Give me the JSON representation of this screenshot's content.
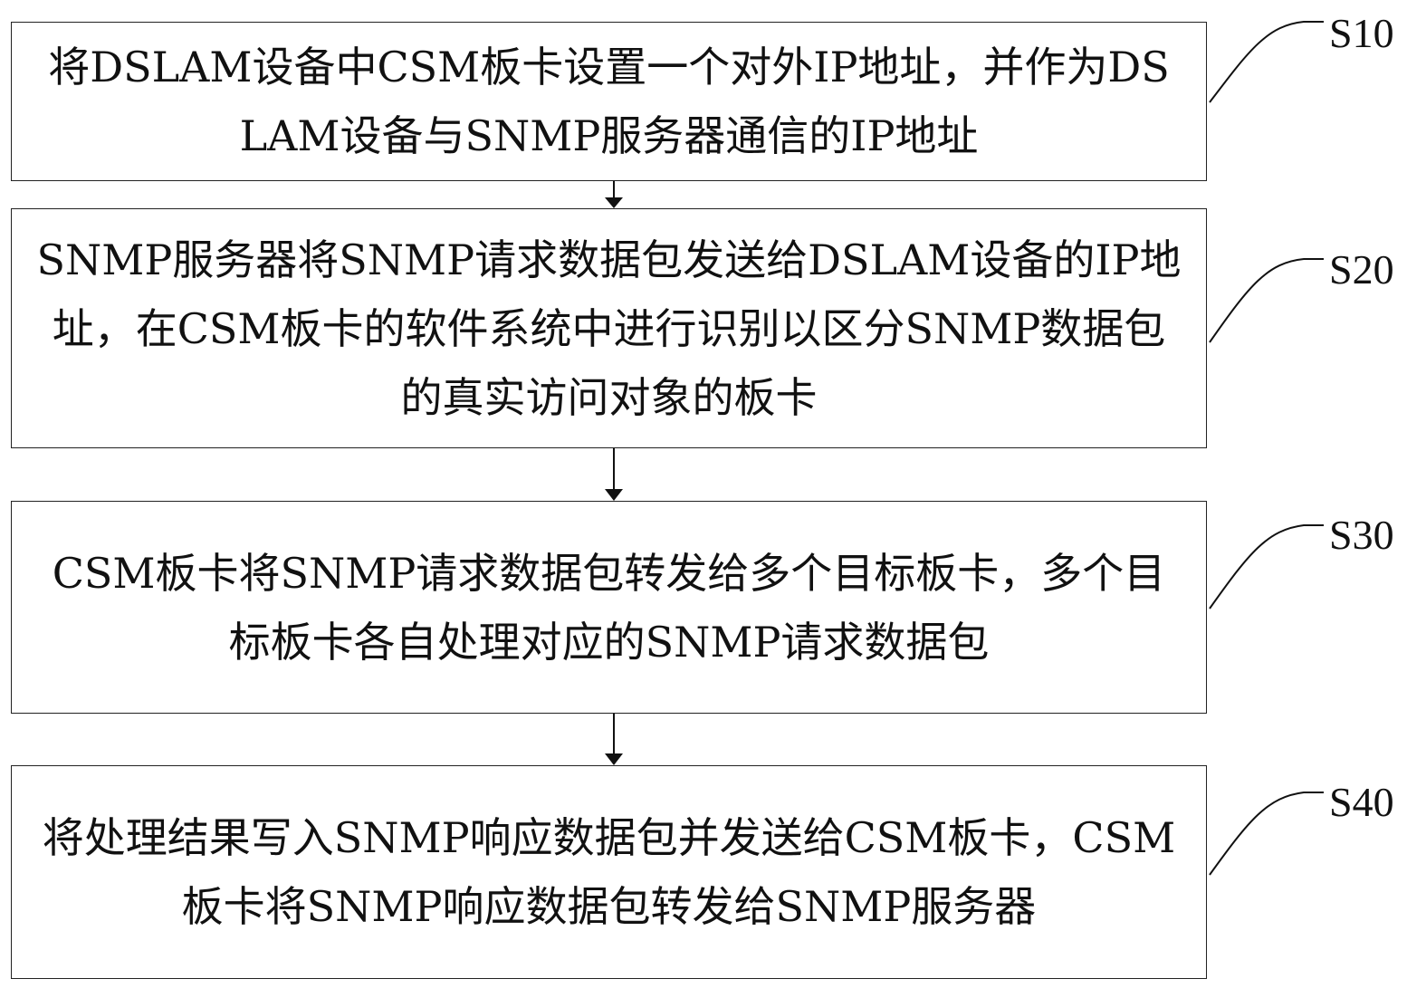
{
  "steps": [
    {
      "id": "S10",
      "label": "S10",
      "text": "将DSLAM设备中CSM板卡设置一个对外IP地址，并作为DSLAM设备与SNMP服务器通信的IP地址"
    },
    {
      "id": "S20",
      "label": "S20",
      "text": "SNMP服务器将SNMP请求数据包发送给DSLAM设备的IP地址，在CSM板卡的软件系统中进行识别以区分SNMP数据包的真实访问对象的板卡"
    },
    {
      "id": "S30",
      "label": "S30",
      "text": "CSM板卡将SNMP请求数据包转发给多个目标板卡，多个目标板卡各自处理对应的SNMP请求数据包"
    },
    {
      "id": "S40",
      "label": "S40",
      "text": "将处理结果写入SNMP响应数据包并发送给CSM板卡，CSM板卡将SNMP响应数据包转发给SNMP服务器"
    }
  ]
}
